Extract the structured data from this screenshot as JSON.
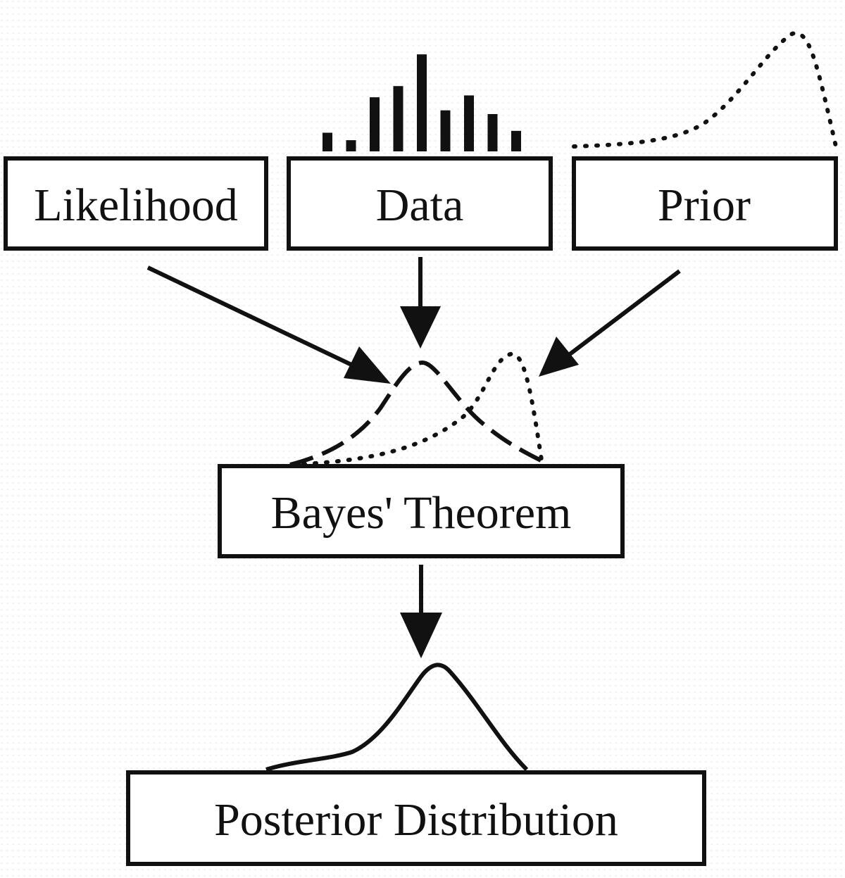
{
  "nodes": {
    "likelihood": {
      "label": "Likelihood"
    },
    "data": {
      "label": "Data"
    },
    "prior": {
      "label": "Prior"
    },
    "bayes": {
      "label": "Bayes' Theorem"
    },
    "posterior": {
      "label": "Posterior Distribution"
    }
  },
  "data_histogram": {
    "bar_values": [
      1.0,
      0.6,
      2.9,
      3.5,
      5.2,
      2.2,
      3.0,
      2.0,
      1.1
    ]
  },
  "curves": {
    "likelihood": {
      "style": "dashed"
    },
    "prior": {
      "style": "dotted"
    },
    "posterior": {
      "style": "solid"
    }
  },
  "edges": [
    {
      "from": "likelihood",
      "to": "bayes"
    },
    {
      "from": "data",
      "to": "bayes"
    },
    {
      "from": "prior",
      "to": "bayes"
    },
    {
      "from": "bayes",
      "to": "posterior"
    }
  ],
  "colors": {
    "ink": "#111111",
    "background": "#ffffff",
    "texture": "#e4e4e4"
  }
}
